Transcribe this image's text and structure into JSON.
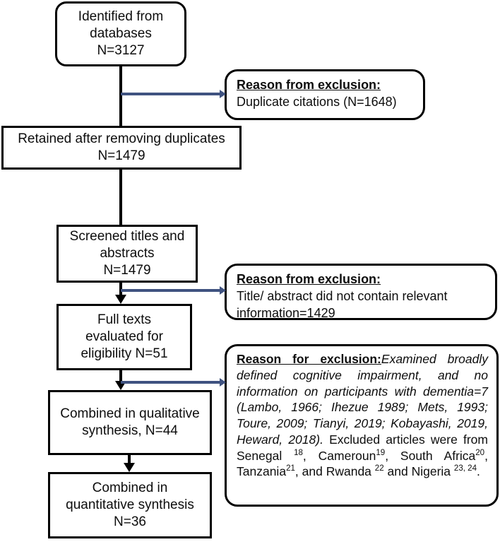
{
  "diagram": {
    "title": "PRISMA study selection flow diagram",
    "accent_line_color": "#3f5280",
    "box_border_color": "#000000",
    "background_color": "#ffffff",
    "nodes": [
      {
        "id": "identified",
        "shape": "rounded-rectangle",
        "lines": [
          "Identified from",
          "databases",
          "N=3127"
        ],
        "count": 3127
      },
      {
        "id": "retained",
        "shape": "rectangle",
        "lines": [
          "Retained after removing duplicates",
          "N=1479"
        ],
        "count": 1479
      },
      {
        "id": "screened",
        "shape": "rectangle",
        "lines": [
          "Screened titles and",
          "abstracts",
          "N=1479"
        ],
        "count": 1479
      },
      {
        "id": "fulltext",
        "shape": "rectangle",
        "lines": [
          "Full texts",
          "evaluated for",
          "eligibility N=51"
        ],
        "count": 51
      },
      {
        "id": "qualitative",
        "shape": "rectangle",
        "lines": [
          "Combined in qualitative",
          "synthesis, N=44"
        ],
        "count": 44
      },
      {
        "id": "quantitative",
        "shape": "rectangle",
        "lines": [
          "Combined in",
          "quantitative synthesis",
          "N=36"
        ],
        "count": 36
      }
    ],
    "exclusions": [
      {
        "id": "exclusion-duplicates",
        "heading": "Reason from exclusion:",
        "body": "Duplicate citations (N=1648)",
        "count": 1648
      },
      {
        "id": "exclusion-title-abstract",
        "heading": "Reason from exclusion:",
        "body": "Title/ abstract did not contain relevant information=1429",
        "count": 1429
      },
      {
        "id": "exclusion-fulltext",
        "heading": "Reason for exclusion:",
        "body_italic": "Examined broadly defined cognitive impairment, and no information on participants with dementia=7 (Lambo, 1966; Ihezue 1989; Mets, 1993; Toure, 2009; Tianyi, 2019; Kobayashi, 2019, Heward, 2018).",
        "body_plain_prefix": " Excluded articles were from Senegal ",
        "count": 7,
        "countries": [
          {
            "name": "Senegal",
            "refs": "18",
            "space_before_ref": true,
            "suffix": ", "
          },
          {
            "name": "Cameroun",
            "refs": "19",
            "space_before_ref": false,
            "suffix": ", "
          },
          {
            "name": "South Africa",
            "refs": "20",
            "space_before_ref": false,
            "suffix": ", "
          },
          {
            "name": "Tanzania",
            "refs": "21",
            "space_before_ref": false,
            "suffix": ", and "
          },
          {
            "name": "Rwanda",
            "refs": "22",
            "space_before_ref": true,
            "suffix": " and "
          },
          {
            "name": "Nigeria",
            "refs": "23, 24",
            "space_before_ref": true,
            "suffix": "."
          }
        ],
        "country_connector_and": "and ",
        "text_rwanda": "Rwanda",
        "text_nigeria": "Nigeria",
        "text_senegal": "Senegal",
        "text_cameroun": "Cameroun",
        "text_south_africa": "South Africa",
        "text_tanzania": "Tanzania",
        "ref_senegal": "18",
        "ref_cameroun": "19",
        "ref_south_africa": "20",
        "ref_tanzania": "21",
        "ref_rwanda": "22",
        "ref_nigeria": "23, 24",
        "excluded_sentence_lead": "Excluded articles were from"
      }
    ]
  }
}
